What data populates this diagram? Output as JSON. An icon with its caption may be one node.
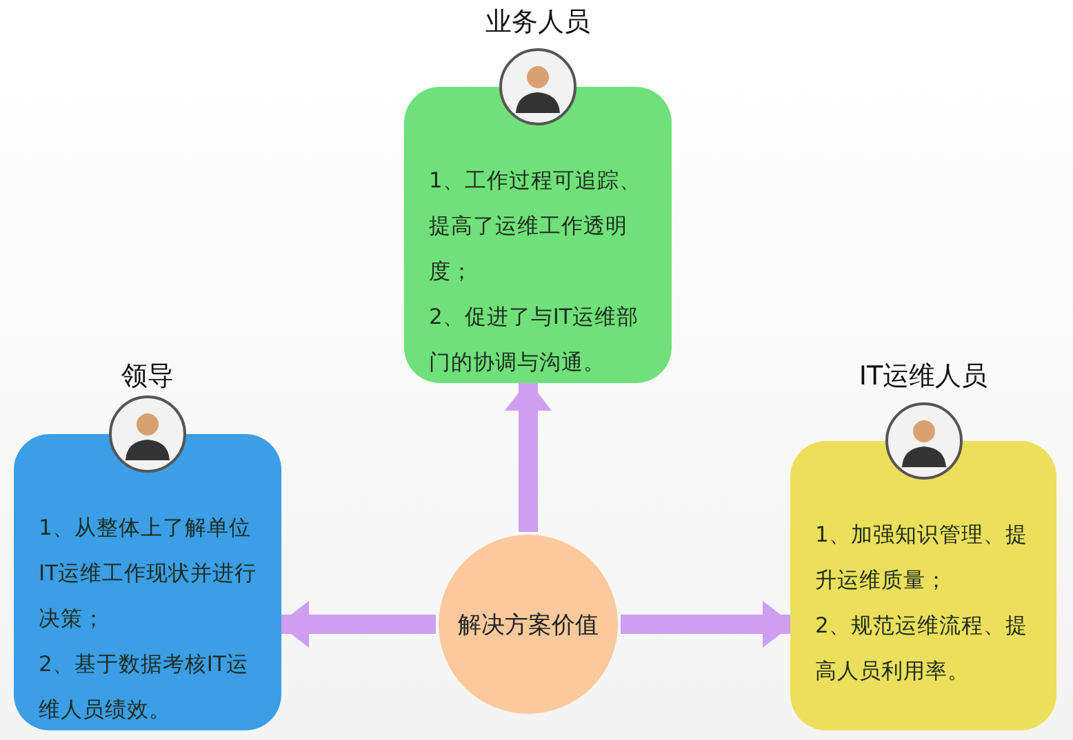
{
  "diagram": {
    "nodes": [
      {
        "text": [
          "解决方案价值"
        ]
      },
      {
        "text": [
          "业务人员",
          "1、工作过程可追踪、提高了运维工作透明度；",
          "2、促进了与IT运维部门的协调与沟通。"
        ]
      },
      {
        "text": [
          "领导",
          "1、从整体上了解单位IT运维工作现状并进行决策；",
          "2、基于数据考核IT运维人员绩效。"
        ]
      },
      {
        "text": [
          "IT运维人员",
          "1、加强知识管理、提升运维质量；",
          "2、规范运维流程、提高人员利用率。"
        ]
      }
    ],
    "edges": [
      {
        "from": 0,
        "to": 1,
        "arrow": "to"
      },
      {
        "from": 0,
        "to": 2,
        "arrow": "to"
      },
      {
        "from": 0,
        "to": 3,
        "arrow": "to"
      }
    ]
  }
}
